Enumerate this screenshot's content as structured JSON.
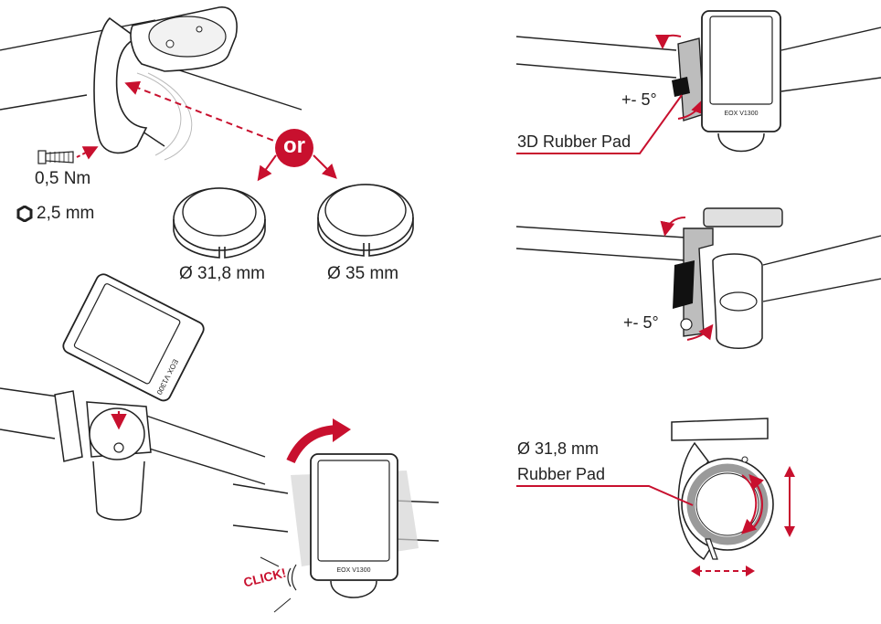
{
  "colors": {
    "accent": "#c8102e",
    "line": "#222222",
    "grey": "#8a8a8a",
    "lightgrey": "#cfcfcf"
  },
  "panel_top_left": {
    "or_label": "or",
    "torque": "0,5 Nm",
    "hex_key": "2,5 mm",
    "hex_icon": "hex-key-icon",
    "shim_small": "Ø 31,8 mm",
    "shim_large": "Ø 35 mm"
  },
  "panel_bottom_mid": {
    "device_brand": "EOX",
    "device_model": "V1300",
    "click_label": "CLICK!"
  },
  "panel_top_right": {
    "angle": "+- 5°",
    "rubber_pad_label": "3D Rubber Pad",
    "device_brand": "EOX",
    "device_model": "V1300"
  },
  "panel_mid_right": {
    "angle": "+- 5°"
  },
  "panel_bottom_right": {
    "diameter_label": "Ø 31,8 mm",
    "rubber_pad_label": "Rubber Pad"
  },
  "panel_bottom_left": {
    "device_brand": "EOX",
    "device_model": "V1300"
  }
}
